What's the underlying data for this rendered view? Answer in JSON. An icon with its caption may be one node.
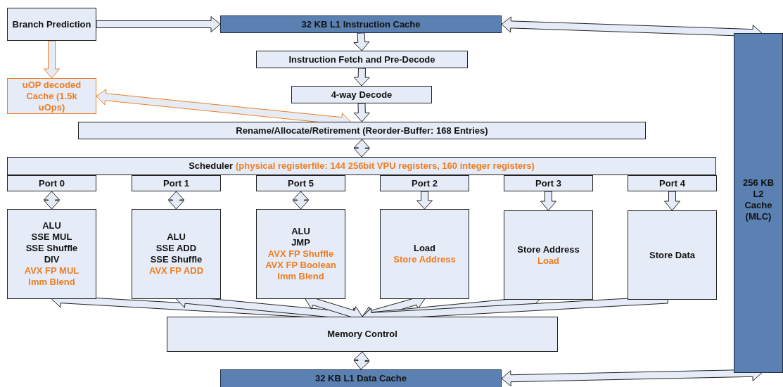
{
  "diagram": {
    "nodes": [
      {
        "text": [
          "Branch Prediction"
        ]
      },
      {
        "text": [
          "32 KB L1 Instruction Cache"
        ]
      },
      {
        "text": [
          "256 KB L2 Cache (MLC)"
        ]
      },
      {
        "text": [
          "Instruction Fetch and Pre-Decode"
        ]
      },
      {
        "text": [
          "uOP decoded Cache (1.5k uOps)"
        ]
      },
      {
        "text": [
          "4-way Decode"
        ]
      },
      {
        "text": [
          "Rename/Allocate/Retirement (Reorder-Buffer: 168 Entries)"
        ]
      },
      {
        "text": [
          "Scheduler",
          "(physical registerfile: 144 256bit VPU registers, 160 integer registers)"
        ]
      },
      {
        "text": [
          "Port 0"
        ]
      },
      {
        "text": [
          "Port 1"
        ]
      },
      {
        "text": [
          "Port 5"
        ]
      },
      {
        "text": [
          "Port 2"
        ]
      },
      {
        "text": [
          "Port 3"
        ]
      },
      {
        "text": [
          "Port 4"
        ]
      },
      {
        "text": [
          "ALU",
          "SSE MUL",
          "SSE Shuffle",
          "DIV",
          "AVX FP MUL",
          "Imm Blend"
        ]
      },
      {
        "text": [
          "ALU",
          "SSE ADD",
          "SSE Shuffle",
          "AVX FP ADD"
        ]
      },
      {
        "text": [
          "ALU",
          "JMP",
          "AVX FP Shuffle",
          "AVX FP Boolean",
          "Imm Blend"
        ]
      },
      {
        "text": [
          "Load",
          "Store Address"
        ]
      },
      {
        "text": [
          "Store Address",
          "Load"
        ]
      },
      {
        "text": [
          "Store Data"
        ]
      },
      {
        "text": [
          "Memory Control"
        ]
      },
      {
        "text": [
          "32 KB L1 Data Cache"
        ]
      }
    ],
    "edges": [
      {
        "from": 0,
        "to": 1,
        "arrow": "to"
      },
      {
        "from": 0,
        "to": 4,
        "arrow": "to",
        "color": "#ef7d22"
      },
      {
        "from": 1,
        "to": 2,
        "arrow": "both"
      },
      {
        "from": 1,
        "to": 3,
        "arrow": "to"
      },
      {
        "from": 3,
        "to": 5,
        "arrow": "to"
      },
      {
        "from": 4,
        "to": 6,
        "arrow": "both",
        "color": "#ef7d22"
      },
      {
        "from": 5,
        "to": 6,
        "arrow": "to"
      },
      {
        "from": 6,
        "to": 7,
        "arrow": "both"
      },
      {
        "from": 8,
        "to": 14,
        "arrow": "both"
      },
      {
        "from": 9,
        "to": 15,
        "arrow": "both"
      },
      {
        "from": 10,
        "to": 16,
        "arrow": "both"
      },
      {
        "from": 11,
        "to": 17,
        "arrow": "to"
      },
      {
        "from": 12,
        "to": 18,
        "arrow": "to"
      },
      {
        "from": 13,
        "to": 19,
        "arrow": "to"
      },
      {
        "from": 14,
        "to": 20,
        "arrow": "both"
      },
      {
        "from": 15,
        "to": 20,
        "arrow": "both"
      },
      {
        "from": 16,
        "to": 20,
        "arrow": "both"
      },
      {
        "from": 17,
        "to": 20,
        "arrow": "both"
      },
      {
        "from": 18,
        "to": 20,
        "arrow": "both"
      },
      {
        "from": 19,
        "to": 20,
        "arrow": "to"
      },
      {
        "from": 20,
        "to": 21,
        "arrow": "both"
      },
      {
        "from": 21,
        "to": 2,
        "arrow": "both"
      }
    ]
  }
}
